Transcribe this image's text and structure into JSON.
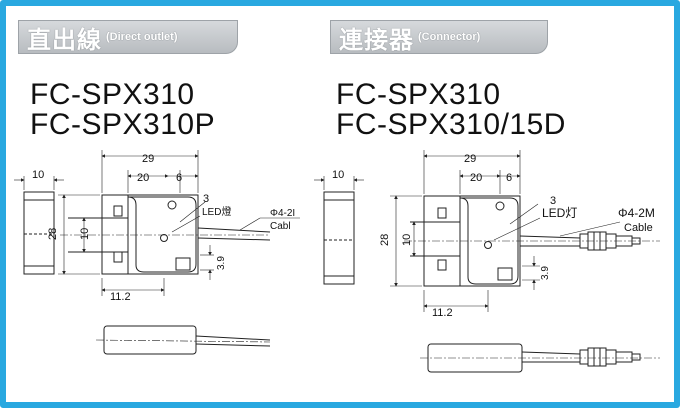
{
  "left_panel": {
    "tab_title": "直出線",
    "tab_subtitle": "(Direct outlet)",
    "model_line1": "FC-SPX310",
    "model_line2": "FC-SPX310P",
    "dims": {
      "side_width": "10",
      "total_width": "29",
      "inner_width": "20",
      "right_width": "6",
      "height": "28",
      "inner_height": "10",
      "small_offset": "3",
      "cable_offset": "3.9",
      "bottom_width": "11.2"
    },
    "led_label": "LED燈",
    "cable_label": "Φ4-2I",
    "cable_sub": "Cabl"
  },
  "right_panel": {
    "tab_title": "連接器",
    "tab_subtitle": "(Connector)",
    "model_line1": "FC-SPX310",
    "model_line2": "FC-SPX310/15D",
    "dims": {
      "side_width": "10",
      "total_width": "29",
      "inner_width": "20",
      "right_width": "6",
      "height": "28",
      "inner_height": "10",
      "small_offset": "3",
      "cable_offset": "3.9",
      "bottom_width": "11.2"
    },
    "led_label": "LED灯",
    "cable_label": "Φ4-2M",
    "cable_sub": "Cable"
  },
  "colors": {
    "border": "#29a8e0",
    "tab": "#c8ccd0",
    "line": "#222222"
  }
}
